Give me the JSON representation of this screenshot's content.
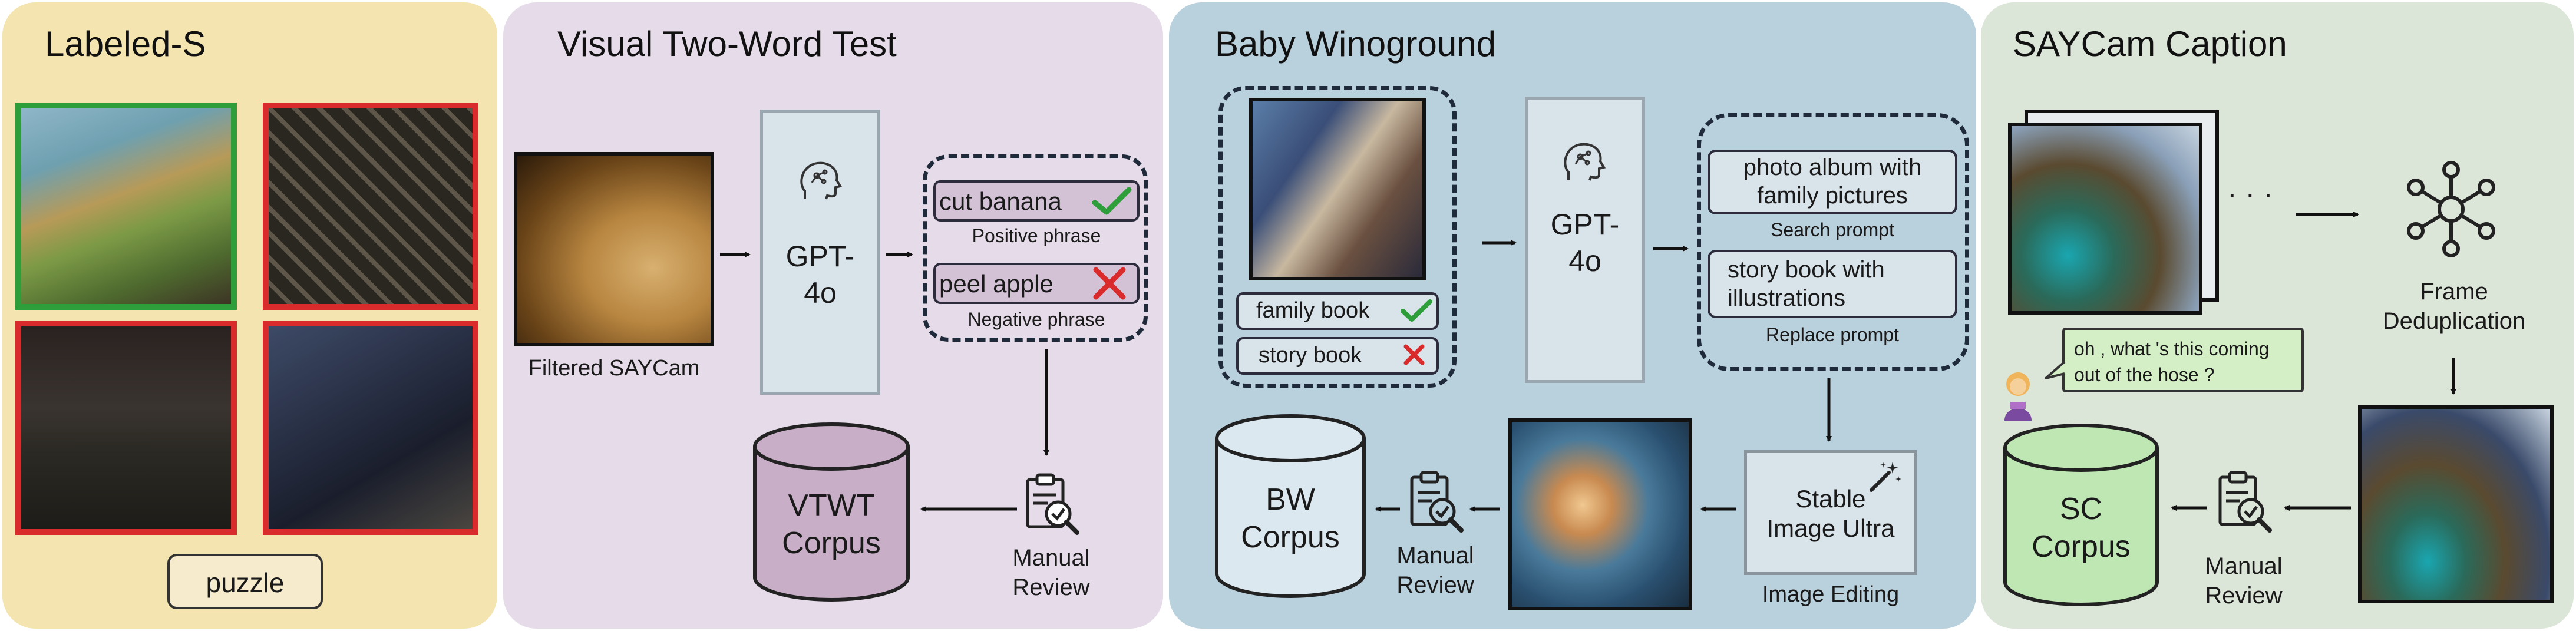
{
  "colors": {
    "panel1": "#f3e4b0",
    "panel2": "#e6dbe8",
    "panel3": "#b9d0dd",
    "panel4": "#dce6d8",
    "gpt_box": "#d8e3ea",
    "vtwt_cyl": "#c8aec6",
    "bw_cyl": "#dbe8f0",
    "sc_cyl": "#bfe7b4",
    "green_border": "#2e9e3a",
    "red_border": "#d92b2b",
    "caption_bubble": "#d4efc6"
  },
  "labeled_s": {
    "title": "Labeled-S",
    "label": "puzzle"
  },
  "vtwt": {
    "title": "Visual Two-Word Test",
    "photo_caption": "Filtered SAYCam",
    "model": "GPT-\n4o",
    "positive_phrase": "cut banana",
    "positive_caption": "Positive phrase",
    "negative_phrase": "peel apple",
    "negative_caption": "Negative phrase",
    "review": "Manual\nReview",
    "corpus": "VTWT\nCorpus"
  },
  "bw": {
    "title": "Baby Winoground",
    "option_positive": "family book",
    "option_negative": "story book",
    "model": "GPT-\n4o",
    "search_prompt": "photo album with\nfamily pictures",
    "search_caption": "Search prompt",
    "replace_prompt": "story book with\nillustrations",
    "replace_caption": "Replace prompt",
    "editor": "Stable\nImage Ultra",
    "editor_caption": "Image Editing",
    "review": "Manual\nReview",
    "corpus": "BW\nCorpus"
  },
  "sc": {
    "title": "SAYCam Caption",
    "ellipsis": "· · ·",
    "dedup": "Frame\nDeduplication",
    "caption": "oh , what 's this coming\nout of the hose ?",
    "review": "Manual\nReview",
    "corpus": "SC\nCorpus"
  },
  "icons": [
    "brain-head-icon",
    "check-icon",
    "cross-icon",
    "manual-review-icon",
    "magic-wand-icon",
    "graph-network-icon",
    "child-speaker-icon"
  ]
}
